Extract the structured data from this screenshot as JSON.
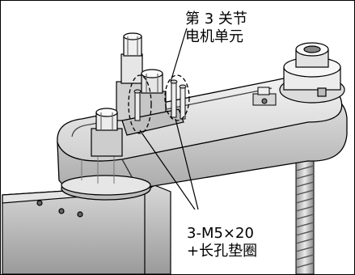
{
  "callouts": {
    "motor_unit": {
      "line1": "第 3 关节",
      "line2": "电机单元"
    },
    "bolts": {
      "line1": "3-M5×20",
      "line2": "+长孔垫圈"
    }
  }
}
